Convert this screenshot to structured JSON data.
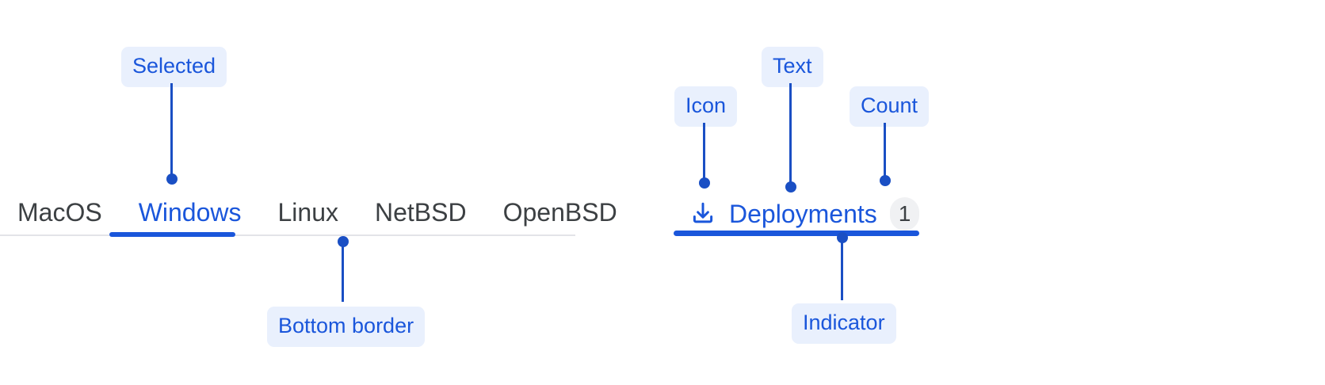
{
  "left_group": {
    "name": "os-tabs",
    "tabs": [
      {
        "label": "MacOS",
        "selected": false
      },
      {
        "label": "Windows",
        "selected": true
      },
      {
        "label": "Linux",
        "selected": false
      },
      {
        "label": "NetBSD",
        "selected": false
      },
      {
        "label": "OpenBSD",
        "selected": false
      }
    ],
    "annotations": {
      "selected": "Selected",
      "bottom_border": "Bottom border"
    }
  },
  "right_group": {
    "tab": {
      "icon": "download-icon",
      "label": "Deployments",
      "count": "1",
      "selected": true
    },
    "annotations": {
      "icon": "Icon",
      "text": "Text",
      "count": "Count",
      "indicator": "Indicator"
    }
  },
  "colors": {
    "accent": "#1a56db",
    "leader": "#1a4fc4",
    "chip_bg": "#e9f0fd",
    "rail": "#e3e4e8",
    "text": "#3c4043",
    "badge_bg": "#f0f1f3"
  }
}
